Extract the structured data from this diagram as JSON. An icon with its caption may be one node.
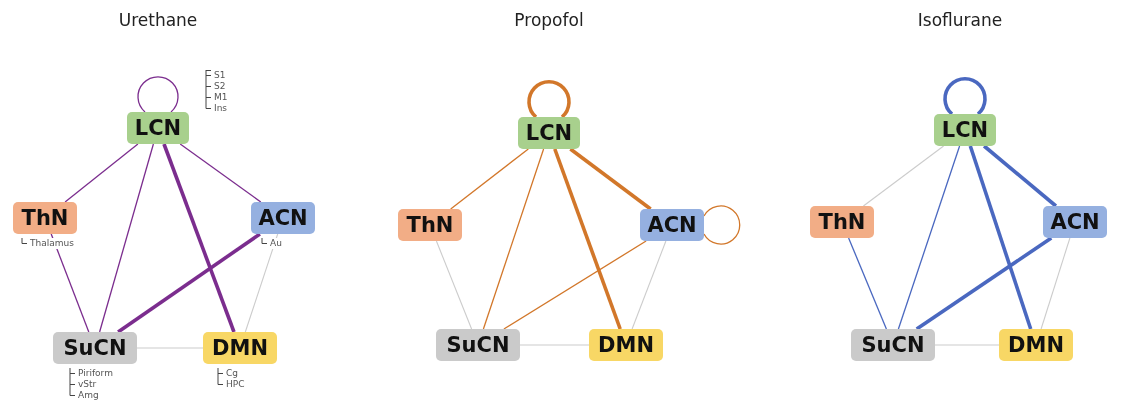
{
  "diagram": {
    "nodes": [
      {
        "text": [
          "LCN"
        ],
        "beside": [
          "S1",
          "S2",
          "M1",
          "Ins"
        ]
      },
      {
        "text": [
          "ThN"
        ],
        "beside": [
          "Thalamus"
        ]
      },
      {
        "text": [
          "ACN"
        ],
        "beside": [
          "Au"
        ]
      },
      {
        "text": [
          "SuCN"
        ],
        "beside": [
          "Piriform",
          "vStr",
          "Amg"
        ]
      },
      {
        "text": [
          "DMN"
        ],
        "beside": [
          "Cg",
          "HPC"
        ]
      },
      {
        "text": [
          "LCN"
        ]
      },
      {
        "text": [
          "ThN"
        ]
      },
      {
        "text": [
          "ACN"
        ]
      },
      {
        "text": [
          "SuCN"
        ]
      },
      {
        "text": [
          "DMN"
        ]
      },
      {
        "text": [
          "LCN"
        ]
      },
      {
        "text": [
          "ThN"
        ]
      },
      {
        "text": [
          "ACN"
        ]
      },
      {
        "text": [
          "SuCN"
        ]
      },
      {
        "text": [
          "DMN"
        ]
      }
    ],
    "edges": [
      {
        "from": 0,
        "to": 0,
        "arrow": "none",
        "color": "#7b2d8e"
      },
      {
        "from": 0,
        "to": 1,
        "arrow": "none",
        "color": "#7b2d8e"
      },
      {
        "from": 0,
        "to": 3,
        "arrow": "none",
        "color": "#7b2d8e"
      },
      {
        "from": 0,
        "to": 2,
        "arrow": "none",
        "color": "#7b2d8e"
      },
      {
        "from": 0,
        "to": 4,
        "arrow": "none",
        "style": "thick",
        "color": "#7b2d8e"
      },
      {
        "from": 1,
        "to": 3,
        "arrow": "none",
        "color": "#7b2d8e"
      },
      {
        "from": 2,
        "to": 3,
        "arrow": "none",
        "style": "thick",
        "color": "#7b2d8e"
      },
      {
        "from": 2,
        "to": 4,
        "arrow": "none",
        "color": "#cccccc"
      },
      {
        "from": 3,
        "to": 4,
        "arrow": "none",
        "color": "#cccccc"
      },
      {
        "from": 5,
        "to": 5,
        "arrow": "none",
        "style": "thick",
        "color": "#d2772a"
      },
      {
        "from": 7,
        "to": 7,
        "arrow": "none",
        "color": "#d2772a"
      },
      {
        "from": 5,
        "to": 6,
        "arrow": "none",
        "color": "#d2772a"
      },
      {
        "from": 5,
        "to": 8,
        "arrow": "none",
        "color": "#d2772a"
      },
      {
        "from": 5,
        "to": 9,
        "arrow": "none",
        "style": "thick",
        "color": "#d2772a"
      },
      {
        "from": 5,
        "to": 7,
        "arrow": "none",
        "style": "thick",
        "color": "#d2772a"
      },
      {
        "from": 7,
        "to": 8,
        "arrow": "none",
        "color": "#d2772a"
      },
      {
        "from": 6,
        "to": 8,
        "arrow": "none",
        "color": "#cccccc"
      },
      {
        "from": 7,
        "to": 9,
        "arrow": "none",
        "color": "#cccccc"
      },
      {
        "from": 8,
        "to": 9,
        "arrow": "none",
        "color": "#cccccc"
      },
      {
        "from": 10,
        "to": 10,
        "arrow": "none",
        "style": "thick",
        "color": "#4a68c0"
      },
      {
        "from": 10,
        "to": 11,
        "arrow": "none",
        "color": "#cccccc"
      },
      {
        "from": 11,
        "to": 13,
        "arrow": "none",
        "color": "#4a68c0"
      },
      {
        "from": 10,
        "to": 13,
        "arrow": "none",
        "color": "#4a68c0"
      },
      {
        "from": 10,
        "to": 14,
        "arrow": "none",
        "style": "thick",
        "color": "#4a68c0"
      },
      {
        "from": 10,
        "to": 12,
        "arrow": "none",
        "style": "thick",
        "color": "#4a68c0"
      },
      {
        "from": 12,
        "to": 13,
        "arrow": "none",
        "style": "thick",
        "color": "#4a68c0"
      },
      {
        "from": 12,
        "to": 14,
        "arrow": "none",
        "color": "#cccccc"
      },
      {
        "from": 13,
        "to": 14,
        "arrow": "none",
        "color": "#cccccc"
      }
    ],
    "labels": [
      "Urethane",
      "Propofol",
      "Isoflurane"
    ]
  }
}
